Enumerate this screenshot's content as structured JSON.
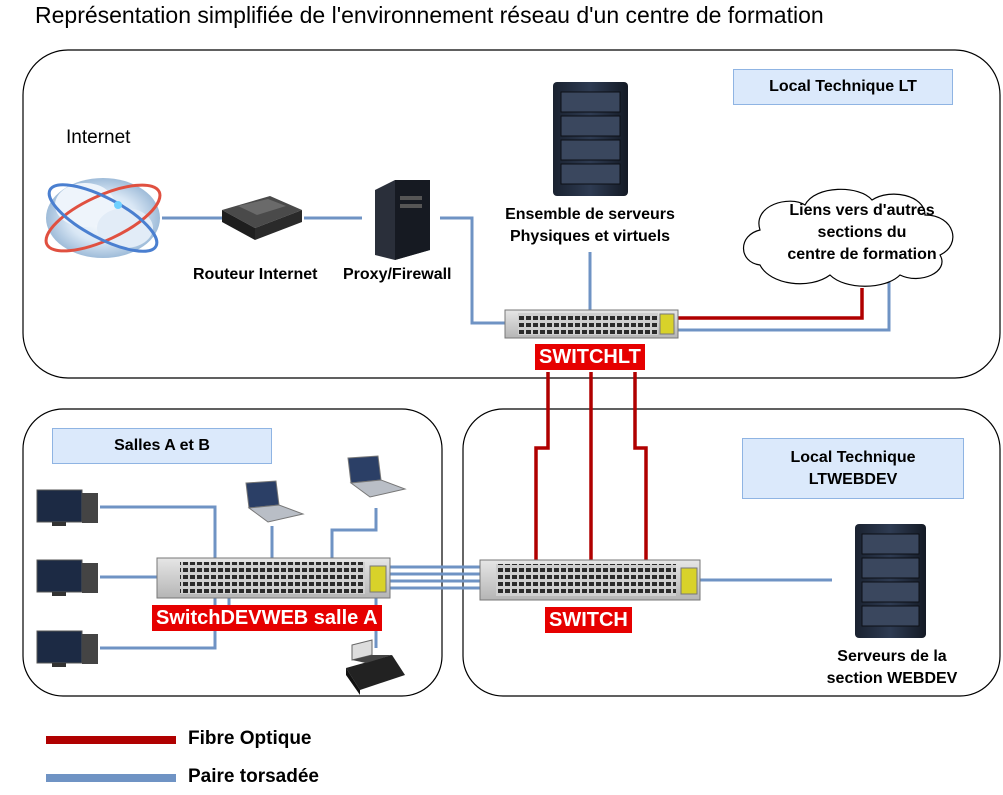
{
  "title": "Représentation simplifiée de l'environnement réseau d'un centre de formation",
  "zones": {
    "lt": {
      "label": "Local Technique LT",
      "internet": "Internet",
      "router": "Routeur Internet",
      "proxy": "Proxy/Firewall",
      "servers_line1": "Ensemble de serveurs",
      "servers_line2": "Physiques et virtuels",
      "links_line1": "Liens vers d'autres",
      "links_line2": "sections du",
      "links_line3": "centre de formation",
      "switch": "SWITCHLT"
    },
    "salles": {
      "label": "Salles A et B",
      "switch": "SwitchDEVWEB salle A"
    },
    "ltwebdev": {
      "label_line1": "Local Technique",
      "label_line2": "LTWEBDEV",
      "switch": "SWITCH",
      "servers_line1": "Serveurs de la",
      "servers_line2": "section WEBDEV"
    }
  },
  "legend": [
    {
      "label": "Fibre Optique",
      "color": "#b00000"
    },
    {
      "label": "Paire torsadée",
      "color": "#6f93c4"
    }
  ],
  "colors": {
    "fiber": "#b00000",
    "twisted_pair": "#6f93c4",
    "zone_border": "#000000",
    "label_bg": "#dbe9fb"
  }
}
